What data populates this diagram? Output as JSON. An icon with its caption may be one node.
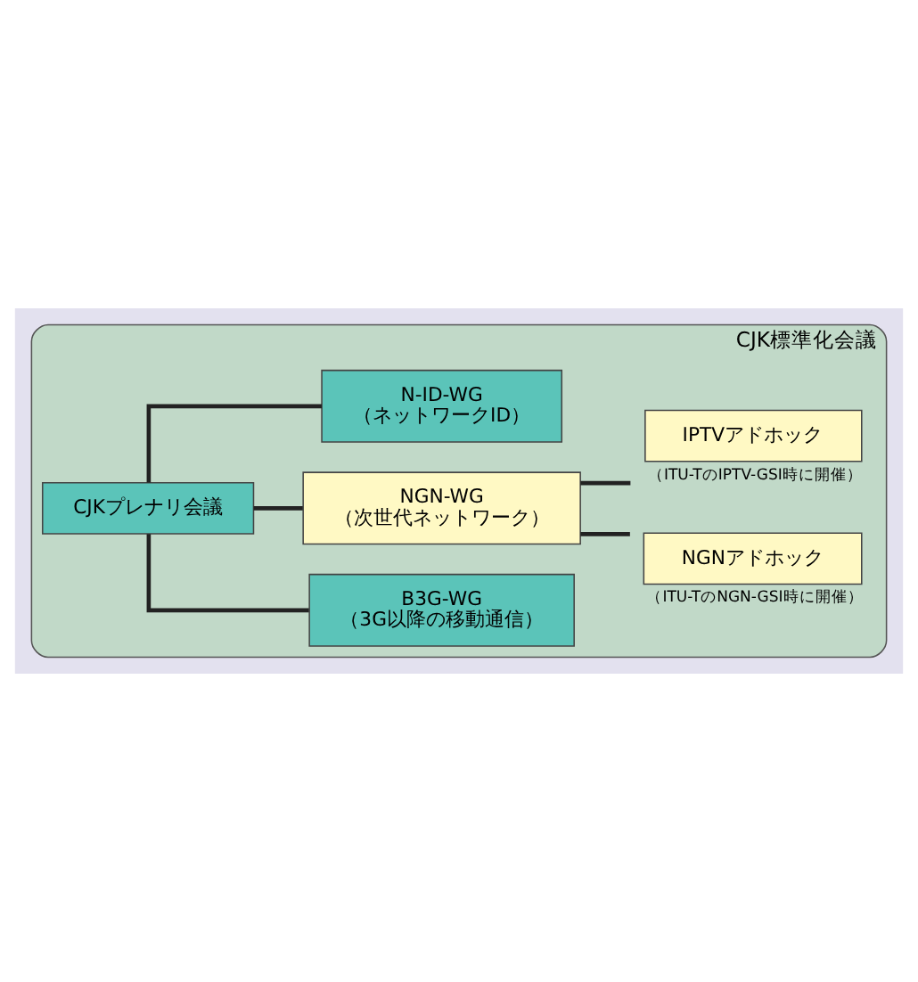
{
  "diagram": {
    "nodes": [
      {
        "text": [
          "CJK標準化会議"
        ]
      },
      {
        "text": [
          "CJKプレナリ会議"
        ],
        "in": 0
      },
      {
        "text": [
          "B3G-WG",
          "（3G以降の移動通信）"
        ],
        "in": 0
      },
      {
        "text": [
          "NGN-WG",
          "（次世代ネットワーク）"
        ],
        "in": 0
      },
      {
        "text": [
          "NGNアドホック"
        ],
        "in": 0,
        "beside": [
          "（ITU-TのNGN-GSI時に開催）"
        ]
      },
      {
        "text": [
          "IPTVアドホック"
        ],
        "in": 0,
        "beside": [
          "（ITU-TのIPTV-GSI時に開催）"
        ]
      },
      {
        "text": [
          "N-ID-WG",
          "（ネットワークID）"
        ],
        "in": 0
      }
    ],
    "edges": [
      {
        "from": 1,
        "to": 2,
        "arrow": "none"
      },
      {
        "from": 1,
        "to": 3,
        "arrow": "none"
      },
      {
        "from": 3,
        "to": 4,
        "arrow": "none"
      },
      {
        "from": 3,
        "to": 5,
        "arrow": "none"
      },
      {
        "from": 1,
        "to": 6,
        "arrow": "none"
      }
    ]
  }
}
